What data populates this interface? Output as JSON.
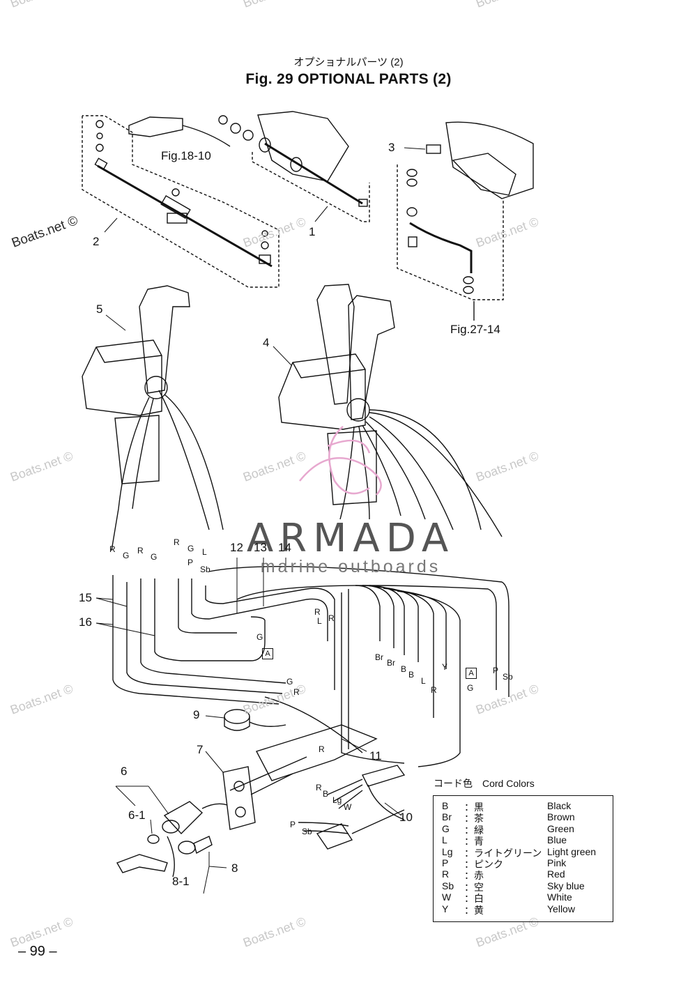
{
  "header": {
    "title_jp": "オプショナルパーツ (2)",
    "title_en": "Fig. 29    OPTIONAL PARTS  (2)"
  },
  "watermark": "Boats.net ©",
  "logo": {
    "name": "ARMADA",
    "tagline": "marine outboards"
  },
  "figure_refs": {
    "fig18": "Fig.18-10",
    "fig27": "Fig.27-14"
  },
  "part_numbers": {
    "p1": "1",
    "p2": "2",
    "p3": "3",
    "p4": "4",
    "p5": "5",
    "p6": "6",
    "p6_1": "6-1",
    "p7": "7",
    "p8": "8",
    "p8_1": "8-1",
    "p9": "9",
    "p10": "10",
    "p11": "11",
    "p12": "12",
    "p13": "13",
    "p14": "14",
    "p15": "15",
    "p16": "16"
  },
  "wire_labels": {
    "w1": "R",
    "w2": "G",
    "w3": "R",
    "w4": "G",
    "w5": "R",
    "w6": "G",
    "w7": "L",
    "w8": "P",
    "w9": "Sb",
    "w10": "G",
    "w11": "R",
    "w12": "R",
    "w13": "L",
    "w14": "G",
    "w15": "R",
    "w16": "Br",
    "w17": "Br",
    "w18": "B",
    "w19": "B",
    "w20": "L",
    "w21": "Y",
    "w22": "R",
    "w23": "P",
    "w24": "Sb",
    "w25": "G",
    "w26": "R",
    "w27": "R",
    "w28": "B",
    "w29": "Lg",
    "w30": "W",
    "w31": "P",
    "w32": "Sb"
  },
  "box_marker": "A",
  "legend": {
    "title": "コード色　Cord Colors",
    "rows": [
      {
        "code": "B",
        "jp": "：黒",
        "en": "Black"
      },
      {
        "code": "Br",
        "jp": "：茶",
        "en": "Brown"
      },
      {
        "code": "G",
        "jp": "：緑",
        "en": "Green"
      },
      {
        "code": "L",
        "jp": "：青",
        "en": "Blue"
      },
      {
        "code": "Lg",
        "jp": "：ライトグリーン",
        "en": "Light green"
      },
      {
        "code": "P",
        "jp": "：ピンク",
        "en": "Pink"
      },
      {
        "code": "R",
        "jp": "：赤",
        "en": "Red"
      },
      {
        "code": "Sb",
        "jp": "：空",
        "en": "Sky blue"
      },
      {
        "code": "W",
        "jp": "：白",
        "en": "White"
      },
      {
        "code": "Y",
        "jp": "：黄",
        "en": "Yellow"
      }
    ]
  },
  "page_number": "– 99 –",
  "colors": {
    "ink": "#111111",
    "logo_pink": "#e7a8cf",
    "watermark": "#c8c8c8"
  }
}
